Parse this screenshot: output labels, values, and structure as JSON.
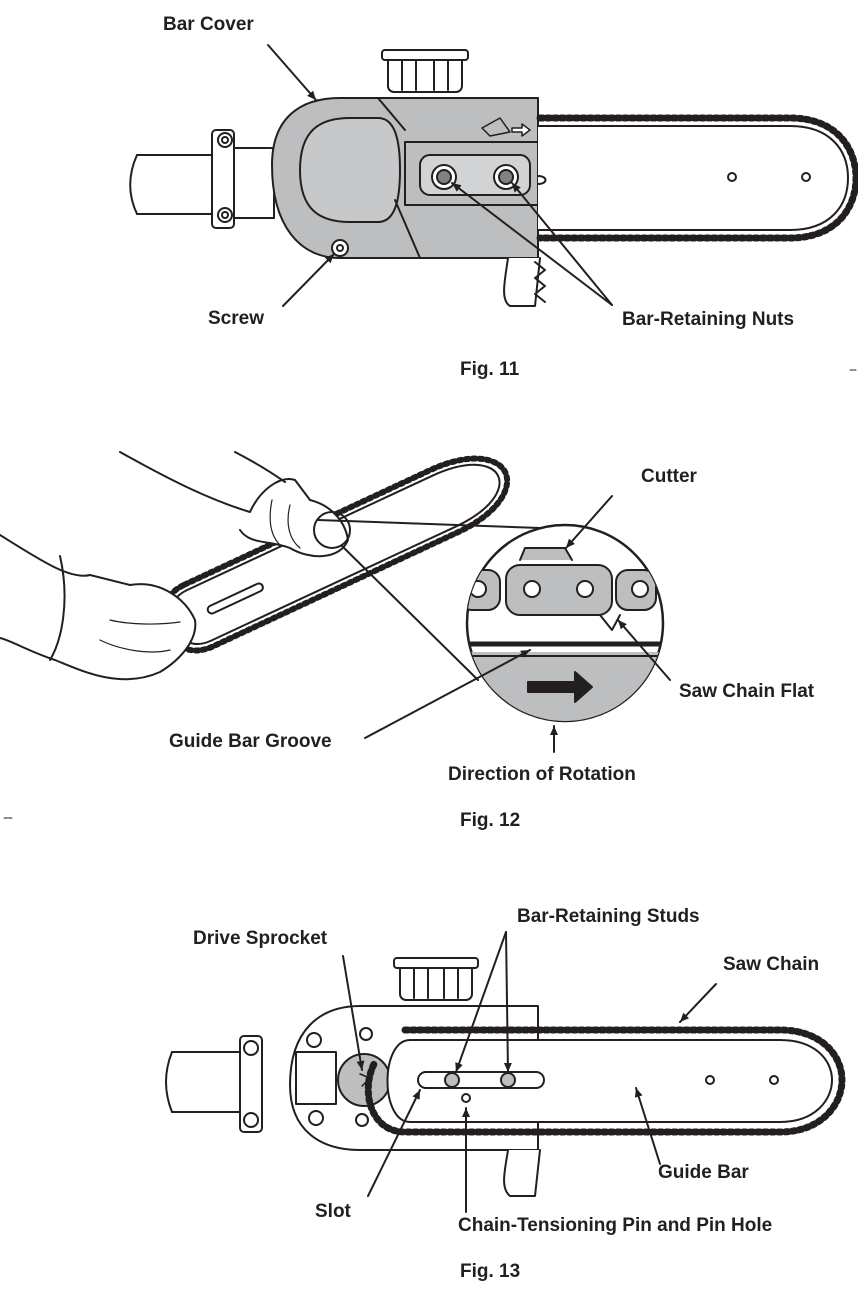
{
  "fig11": {
    "caption": "Fig. 11",
    "labels": {
      "bar_cover": "Bar Cover",
      "screw": "Screw",
      "bar_retaining_nuts": "Bar-Retaining Nuts"
    }
  },
  "fig12": {
    "caption": "Fig. 12",
    "labels": {
      "cutter": "Cutter",
      "saw_chain_flat": "Saw Chain Flat",
      "guide_bar_groove": "Guide Bar Groove",
      "direction_of_rotation": "Direction of Rotation"
    }
  },
  "fig13": {
    "caption": "Fig. 13",
    "labels": {
      "bar_retaining_studs": "Bar-Retaining Studs",
      "drive_sprocket": "Drive Sprocket",
      "saw_chain": "Saw Chain",
      "guide_bar": "Guide Bar",
      "slot": "Slot",
      "chain_tensioning_pin": "Chain-Tensioning Pin and Pin Hole"
    }
  },
  "colors": {
    "ink": "#231f20",
    "housing_gray": "#bcbec0",
    "dark_gray": "#808285"
  }
}
